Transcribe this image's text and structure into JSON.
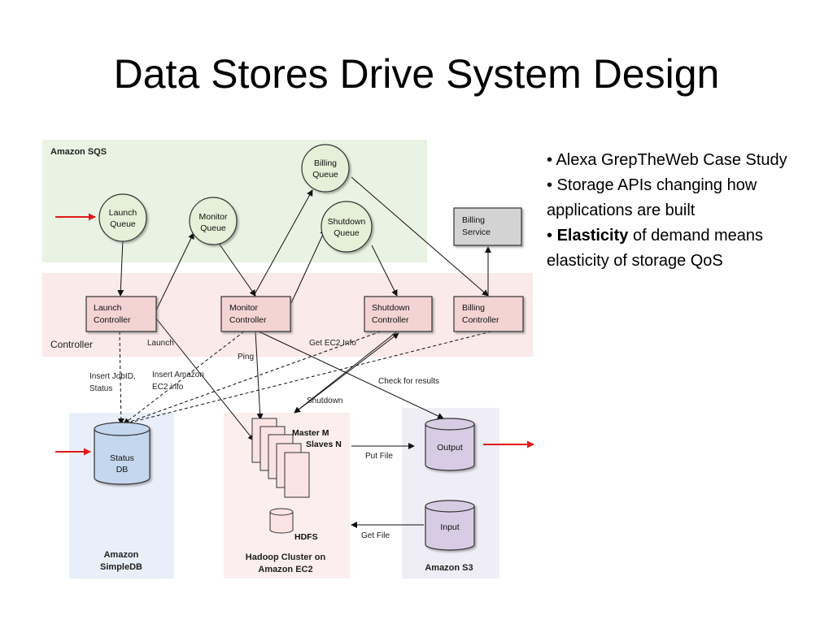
{
  "title": "Data Stores Drive System Design",
  "bullets": {
    "b1": "• Alexa GrepTheWeb Case Study",
    "b2": "• Storage APIs changing  how applications are built",
    "b3_bold": "Elasticity",
    "b3_rest": " of demand means elasticity of storage QoS"
  },
  "diagram": {
    "regions": {
      "sqs": "Amazon SQS",
      "controller": "Controller",
      "simpledb": [
        "Amazon",
        "SimpleDB"
      ],
      "hadoop": [
        "Hadoop Cluster on",
        "Amazon EC2"
      ],
      "s3": "Amazon S3"
    },
    "queues": {
      "launch": [
        "Launch",
        "Queue"
      ],
      "monitor": [
        "Monitor",
        "Queue"
      ],
      "billing": [
        "Billing",
        "Queue"
      ],
      "shutdown": [
        "Shutdown",
        "Queue"
      ]
    },
    "billing_service": [
      "Billing",
      "Service"
    ],
    "controllers": {
      "launch": [
        "Launch",
        "Controller"
      ],
      "monitor": [
        "Monitor",
        "Controller"
      ],
      "shutdown": [
        "Shutdown",
        "Controller"
      ],
      "billing": [
        "Billing",
        "Controller"
      ]
    },
    "stores": {
      "status_db": [
        "Status",
        "DB"
      ],
      "output": "Output",
      "input": "Input",
      "hdfs": "HDFS"
    },
    "cluster": [
      "Master M",
      "Slaves N"
    ],
    "edges": {
      "launch": "Launch",
      "ping": "Ping",
      "get_ec2_info": "Get EC2 Info",
      "insert_jobid": [
        "Insert JobID,",
        "Status"
      ],
      "insert_amazon": [
        "Insert Amazon",
        "EC2 info"
      ],
      "check_results": "Check for results",
      "shutdown": "Shutdown",
      "put_file": "Put File",
      "get_file": "Get File"
    },
    "colors": {
      "sqs_bg": "#eaf3e3",
      "controller_bg": "#fbeaea",
      "simpledb_bg": "#e9eff8",
      "hadoop_bg": "#fbeeee",
      "s3_bg": "#efedf5",
      "queue_fill": "#e6efd7",
      "controller_fill": "#f4d3d3",
      "service_fill": "#d3d3d3",
      "statusdb_fill": "#c3d7ee",
      "s3store_fill": "#d7cce3",
      "node_fill": "#fbe3e3",
      "red_arrow": "#e01b1b"
    }
  }
}
